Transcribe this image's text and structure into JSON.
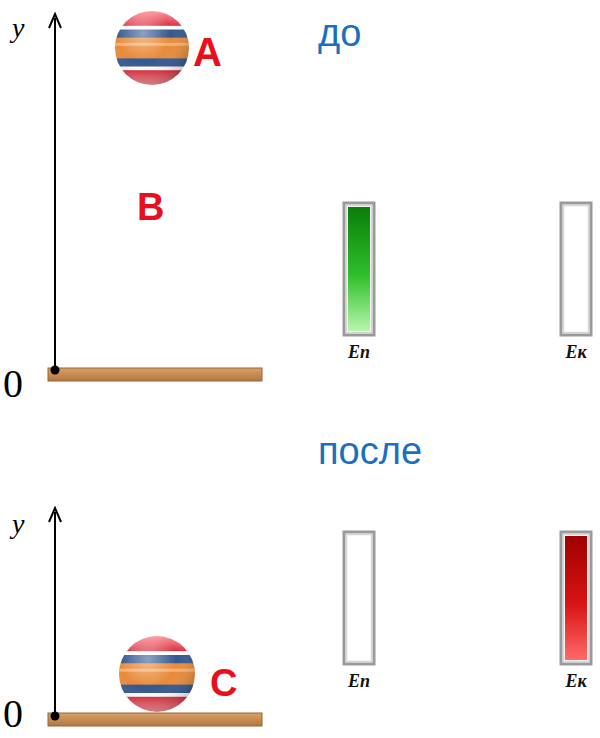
{
  "diagram": {
    "nodes": [
      {
        "text": [
          "Eп"
        ]
      },
      {
        "text": [
          "Eк"
        ]
      },
      {
        "text": [
          "Eп"
        ]
      },
      {
        "text": [
          "Eк"
        ]
      }
    ],
    "labels": [
      "y",
      "A",
      "до",
      "B",
      "0",
      "после",
      "y",
      "C",
      "0"
    ]
  }
}
